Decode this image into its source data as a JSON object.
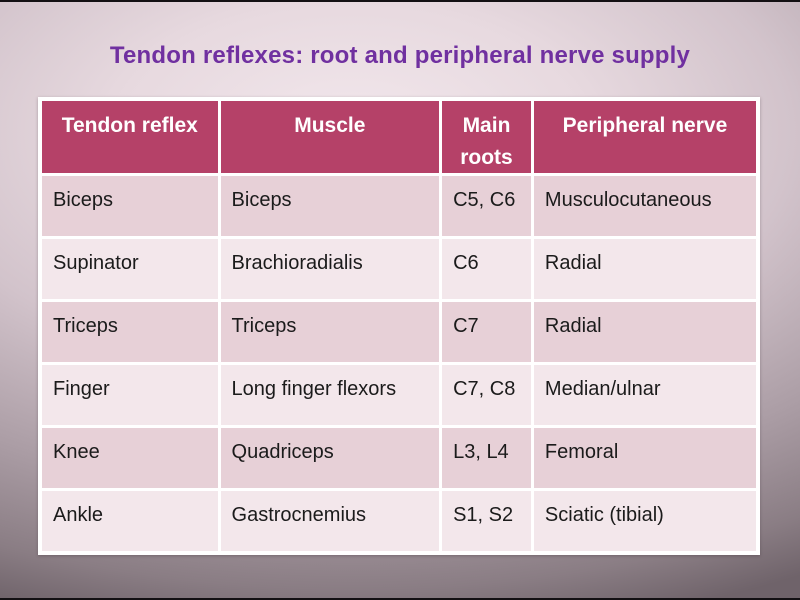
{
  "slide": {
    "title": "Tendon reflexes: root and peripheral nerve supply"
  },
  "colors": {
    "title_text": "#7030a0",
    "header_bg": "#b54168",
    "header_text": "#ffffff",
    "row_dark_bg": "#e7d0d7",
    "row_light_bg": "#f3e7eb",
    "body_text": "#1b1b1b",
    "table_border": "#ffffff"
  },
  "table": {
    "headers": [
      "Tendon reflex",
      "Muscle",
      "Main roots",
      "Peripheral nerve"
    ],
    "rows": [
      [
        "Biceps",
        "Biceps",
        "C5, C6",
        "Musculocutaneous"
      ],
      [
        "Supinator",
        "Brachioradialis",
        "C6",
        "Radial"
      ],
      [
        "Triceps",
        "Triceps",
        "C7",
        "Radial"
      ],
      [
        "Finger",
        "Long finger flexors",
        "C7, C8",
        "Median/ulnar"
      ],
      [
        "Knee",
        "Quadriceps",
        "L3, L4",
        "Femoral"
      ],
      [
        "Ankle",
        "Gastrocnemius",
        "S1, S2",
        "Sciatic (tibial)"
      ]
    ]
  }
}
